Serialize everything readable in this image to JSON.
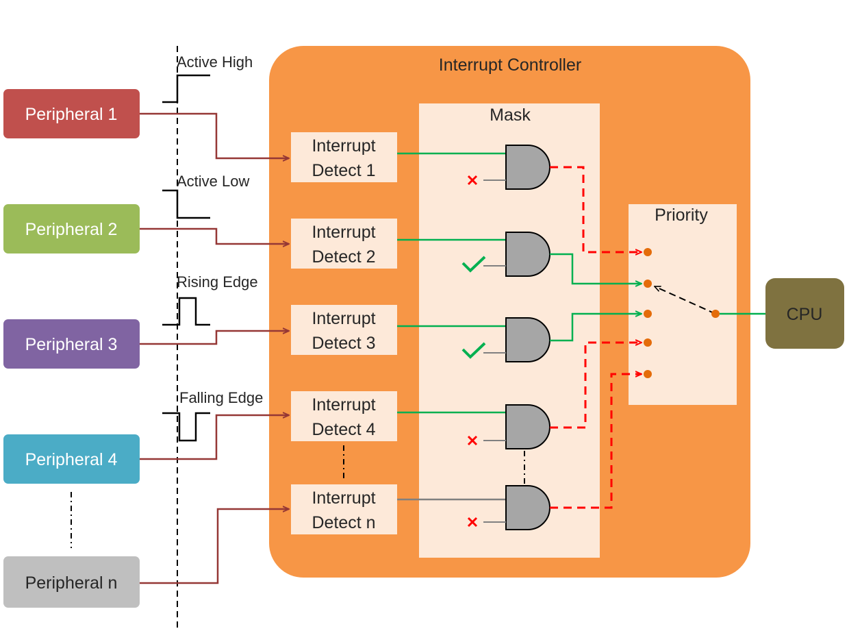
{
  "peripherals": [
    {
      "label": "Peripheral 1",
      "color": "#c0504d"
    },
    {
      "label": "Peripheral 2",
      "color": "#9bbb59"
    },
    {
      "label": "Peripheral 3",
      "color": "#8064a2"
    },
    {
      "label": "Peripheral 4",
      "color": "#4bacc6"
    },
    {
      "label": "Peripheral n",
      "color": "#bfbfbf"
    }
  ],
  "signal_types": [
    "Active High",
    "Active Low",
    "Rising Edge",
    "Falling Edge"
  ],
  "controller": {
    "title": "Interrupt Controller",
    "color": "#f79646"
  },
  "detectors": [
    {
      "line1": "Interrupt",
      "line2": "Detect 1"
    },
    {
      "line1": "Interrupt",
      "line2": "Detect 2"
    },
    {
      "line1": "Interrupt",
      "line2": "Detect 3"
    },
    {
      "line1": "Interrupt",
      "line2": "Detect 4"
    },
    {
      "line1": "Interrupt",
      "line2": "Detect n"
    }
  ],
  "mask": {
    "title": "Mask",
    "states": [
      "masked",
      "enabled",
      "enabled",
      "masked",
      "masked"
    ]
  },
  "priority": {
    "title": "Priority"
  },
  "cpu": {
    "label": "CPU",
    "color": "#7f7240"
  },
  "colors": {
    "signal_line": "#953735",
    "active_line": "#00b050",
    "blocked_line": "#ff0000",
    "gate_fill": "#a6a6a6",
    "panel_fill": "#fde9d9",
    "dot": "#e46c0a"
  }
}
